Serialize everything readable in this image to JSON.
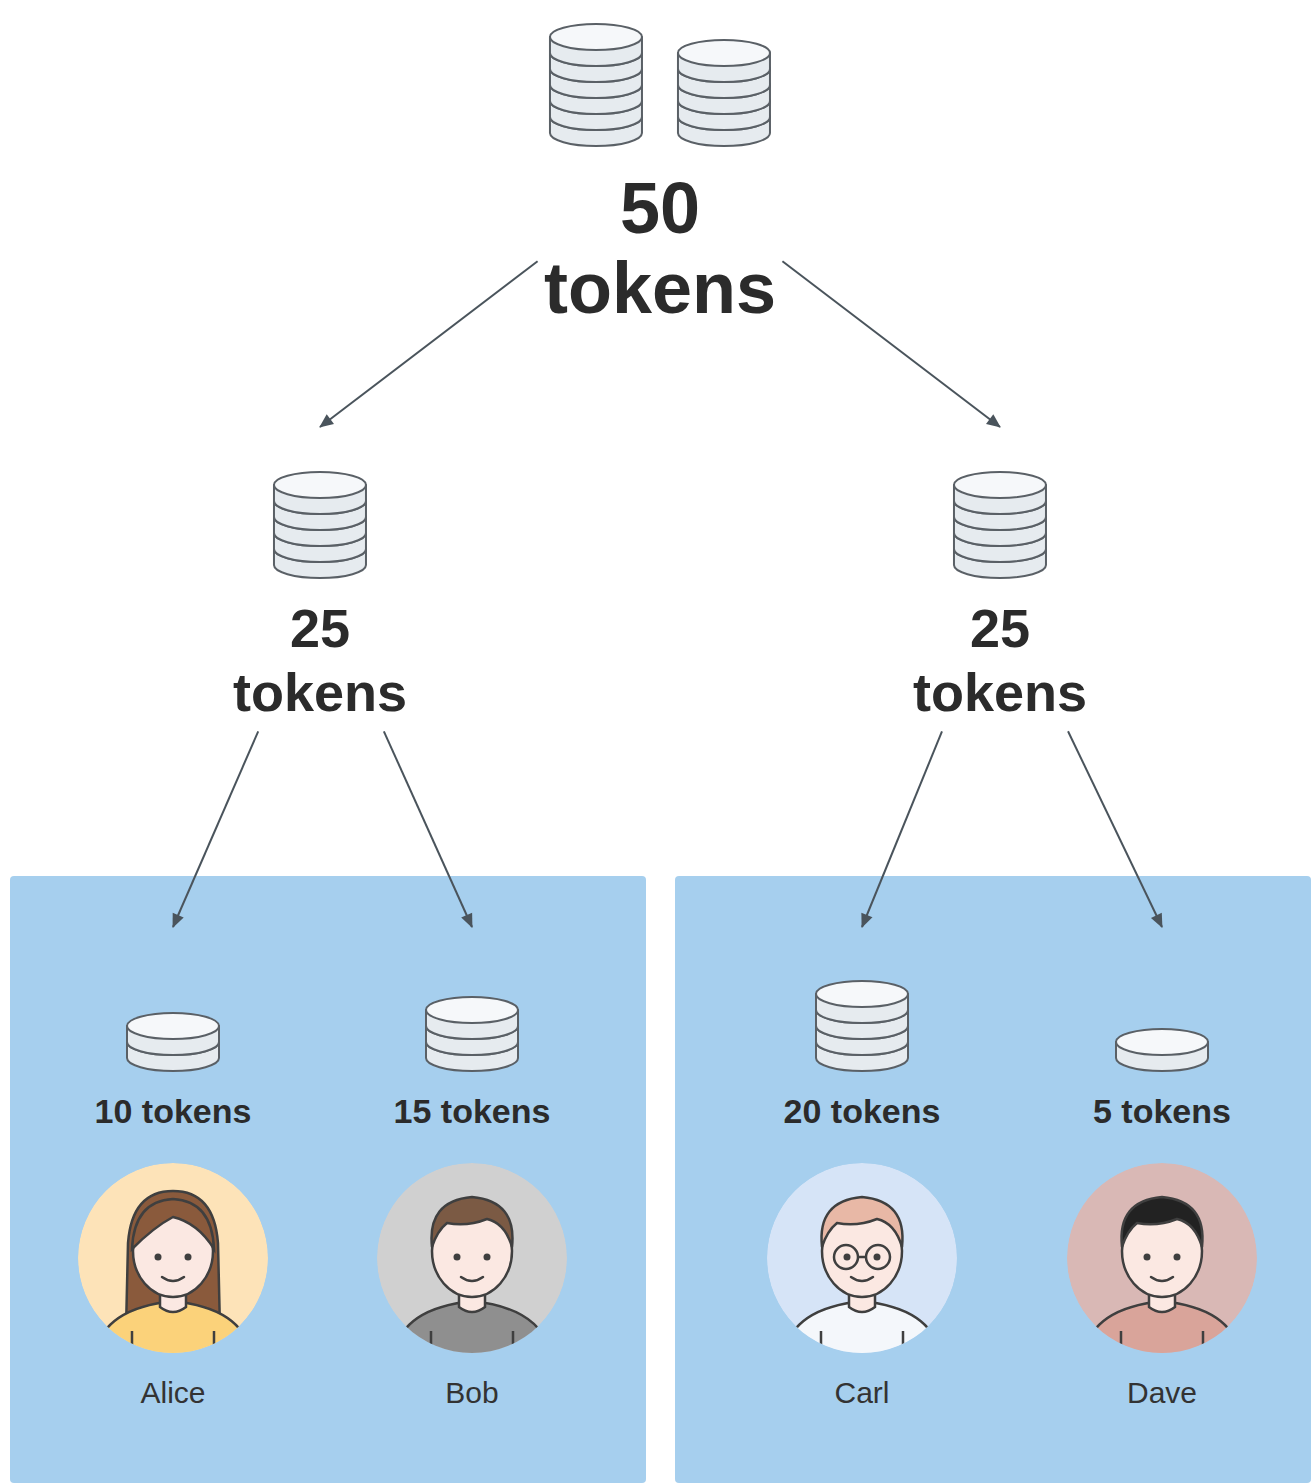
{
  "diagram": {
    "nodes": [
      {
        "text": [
          "50 tokens"
        ]
      },
      {
        "text": [
          "25 tokens"
        ]
      },
      {
        "text": [
          "25 tokens"
        ]
      },
      {
        "text": []
      },
      {
        "text": [
          "10 tokens",
          "Alice"
        ],
        "in": 3
      },
      {
        "text": [
          "15 tokens",
          "Bob"
        ],
        "in": 3
      },
      {
        "text": []
      },
      {
        "text": [
          "20 tokens",
          "Carl"
        ],
        "in": 6
      },
      {
        "text": [
          "5 tokens",
          "Dave"
        ],
        "in": 6
      }
    ],
    "edges": [
      {
        "from": 0,
        "to": 1,
        "arrow": "to"
      },
      {
        "from": 0,
        "to": 2,
        "arrow": "to"
      },
      {
        "from": 1,
        "to": 4,
        "arrow": "to"
      },
      {
        "from": 1,
        "to": 5,
        "arrow": "to"
      },
      {
        "from": 2,
        "to": 7,
        "arrow": "to"
      },
      {
        "from": 2,
        "to": 8,
        "arrow": "to"
      }
    ]
  }
}
